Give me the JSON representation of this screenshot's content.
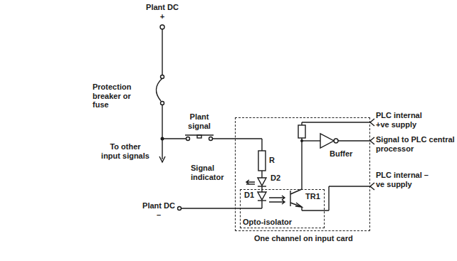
{
  "diagram": {
    "nodes": [
      {
        "text": [
          "One channel on input card"
        ]
      },
      {
        "text": [
          "Opto-isolator"
        ],
        "in": 0
      }
    ],
    "labels": [
      "Plant DC +",
      "Protection breaker or fuse",
      "Plant signal",
      "To other input signals",
      "Signal indicator",
      "R",
      "D2",
      "D1",
      "Plant DC –",
      "TR1",
      "Buffer",
      "PLC internal +ve supply",
      "Signal to PLC central processor",
      "PLC internal –ve supply"
    ]
  }
}
